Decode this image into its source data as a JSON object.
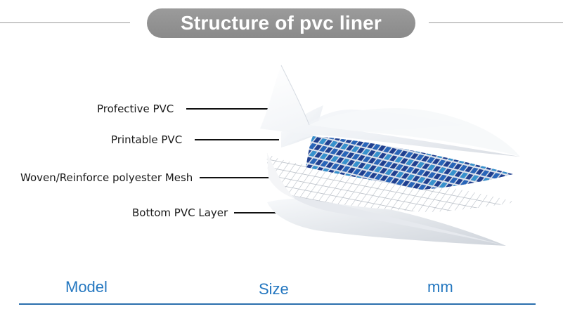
{
  "title": "Structure of pvc liner",
  "layers": [
    {
      "label": "Profective PVC"
    },
    {
      "label": "Printable PVC"
    },
    {
      "label": "Woven/Reinforce polyester Mesh"
    },
    {
      "label": "Bottom PVC Layer"
    }
  ],
  "table_header": {
    "model": "Model",
    "size": "Size",
    "unit": "mm"
  },
  "colors": {
    "accent": "#2477c0",
    "pill": "#8f8f8f",
    "tile_dark": "#1f3f8f",
    "tile_light": "#3aa0d8"
  }
}
